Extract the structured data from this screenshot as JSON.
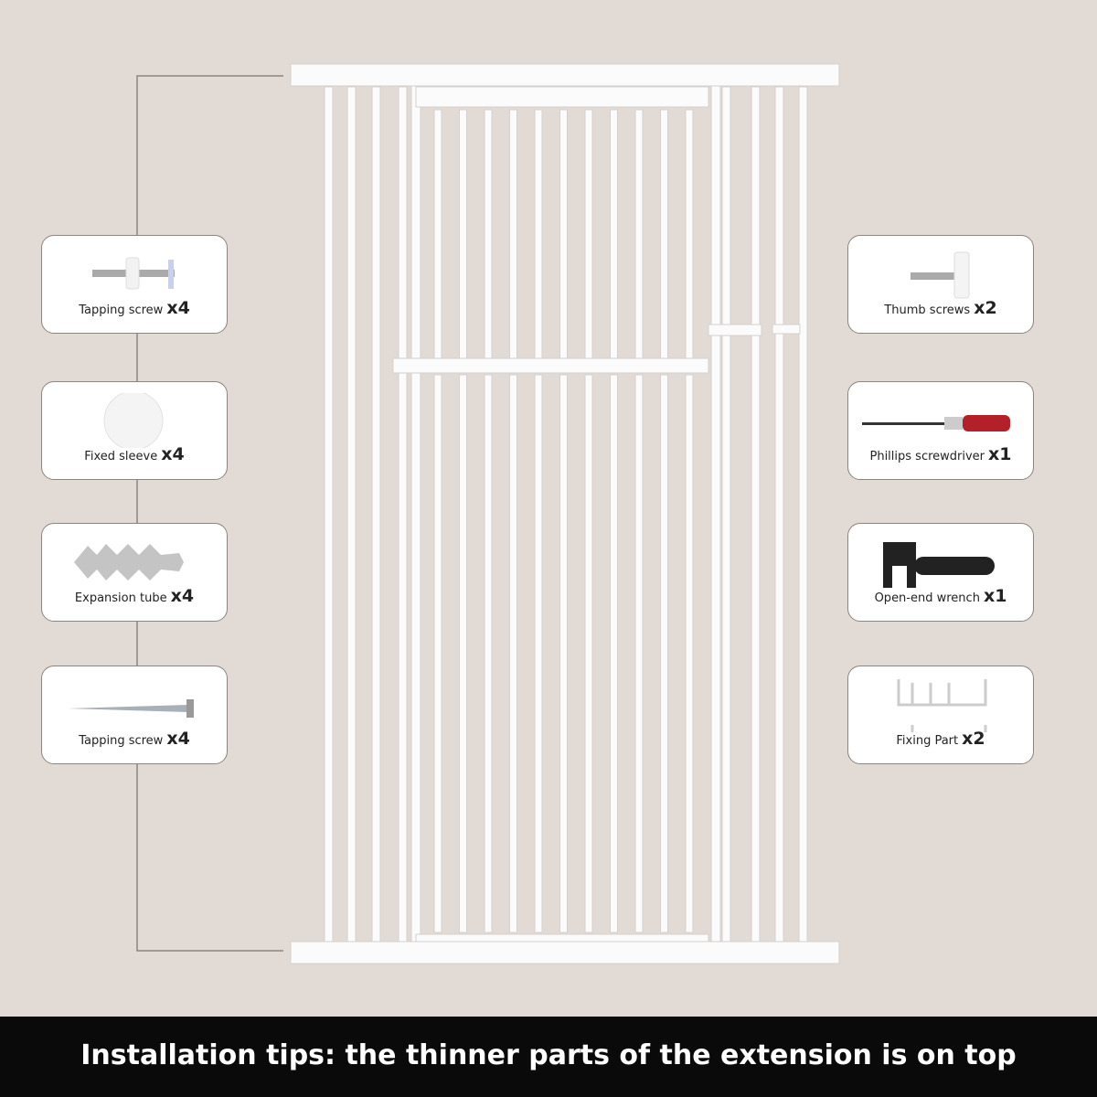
{
  "left_parts": [
    {
      "name": "Tapping screw",
      "qty": "x4"
    },
    {
      "name": "Fixed sleeve",
      "qty": "x4"
    },
    {
      "name": "Expansion tube",
      "qty": "x4"
    },
    {
      "name": "Tapping screw",
      "qty": "x4"
    }
  ],
  "right_parts": [
    {
      "name": "Thumb screws",
      "qty": "x2"
    },
    {
      "name": "Phillips screwdriver",
      "qty": "x1"
    },
    {
      "name": "Open-end wrench",
      "qty": "x1"
    },
    {
      "name": "Fixing Part",
      "qty": "x2"
    }
  ],
  "banner": "Installation tips: the thinner parts of the extension is on top"
}
